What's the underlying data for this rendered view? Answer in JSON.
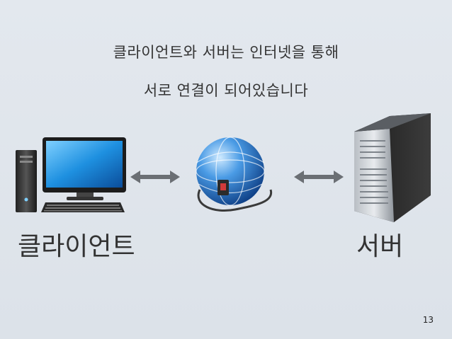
{
  "slide": {
    "title_line1": "클라이언트와 서버는 인터넷을 통해",
    "title_line2": "서로 연결이 되어있습니다",
    "client_label": "클라이언트",
    "server_label": "서버",
    "page_number": "13"
  },
  "icons": [
    "desktop-computer-icon",
    "globe-network-icon",
    "server-tower-icon",
    "bidirectional-arrow-icon"
  ],
  "colors": {
    "background": "#dfe4ea",
    "text": "#333333",
    "globe": "#2a73c8",
    "arrow": "#6b6f74"
  }
}
